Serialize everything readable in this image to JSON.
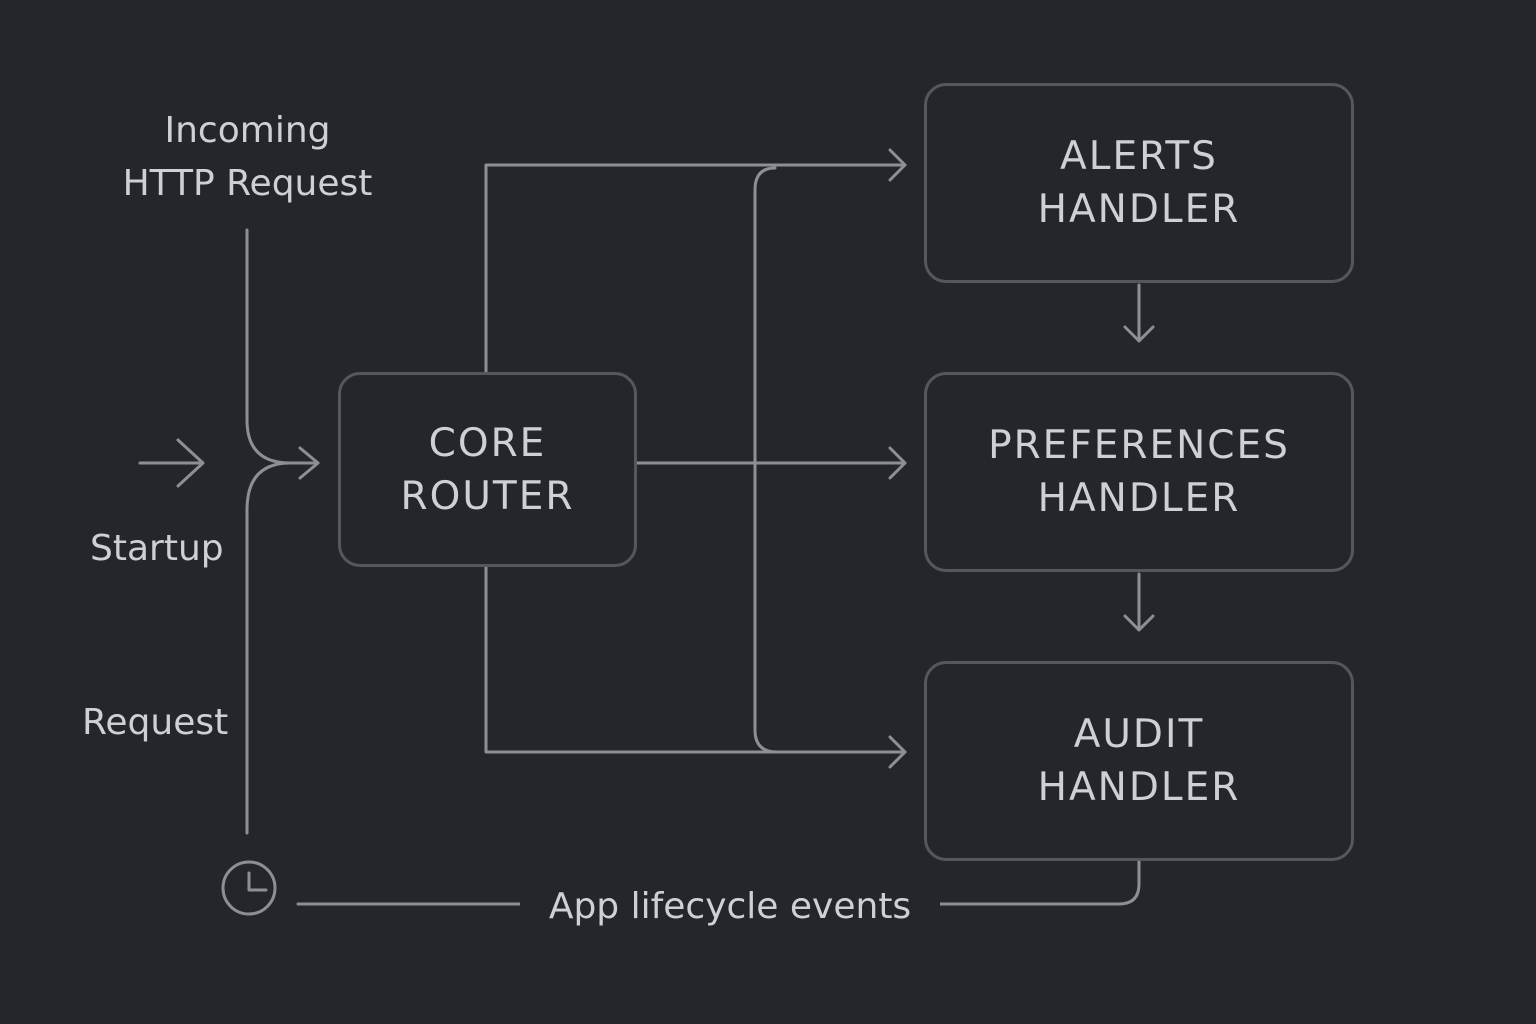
{
  "diagram": {
    "inputs": {
      "incoming": [
        "Incoming",
        "HTTP Request"
      ],
      "startup": "Startup",
      "request": "Request"
    },
    "core": {
      "line1": "CORE",
      "line2": "ROUTER"
    },
    "handlers": [
      {
        "line1": "ALERTS",
        "line2": "HANDLER"
      },
      {
        "line1": "PREFERENCES",
        "line2": "HANDLER"
      },
      {
        "line1": "AUDIT",
        "line2": "HANDLER"
      }
    ],
    "lifecycle": {
      "label": "App lifecycle events",
      "icon": "clock-icon"
    },
    "colors": {
      "background": "#25262b",
      "box_border": "#56575c",
      "wire": "#8e8f94",
      "text": "#cfd0d4"
    }
  }
}
